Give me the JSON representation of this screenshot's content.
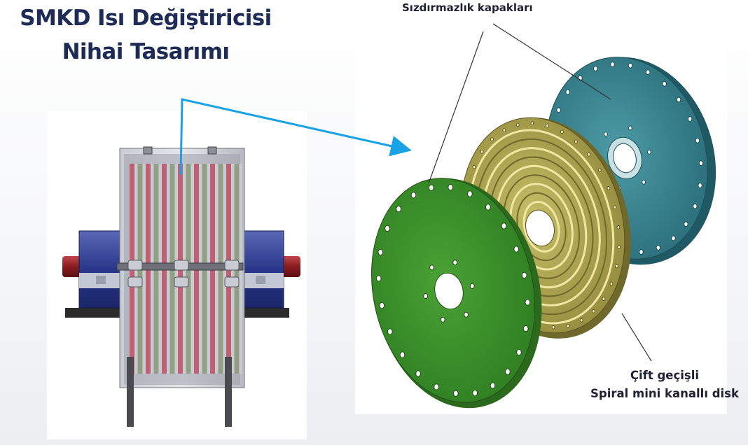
{
  "slide": {
    "title_line1": "SMKD Isı Değiştiricisi",
    "title_line2": "Nihai Tasarımı"
  },
  "labels": {
    "seal_covers": "Sızdırmazlık kapakları",
    "disk_line1": "Çift geçişli",
    "disk_line2": "Spiral mini kanallı disk"
  },
  "colors": {
    "title": "#1e2c55",
    "arrow": "#19a3e6",
    "green_cover": "#3f9a2c",
    "teal_cover": "#2e7f8c",
    "channel_disk": "#b5ad56",
    "motor_blue": "#2c3a8c",
    "shaft_red": "#8f1e22"
  }
}
